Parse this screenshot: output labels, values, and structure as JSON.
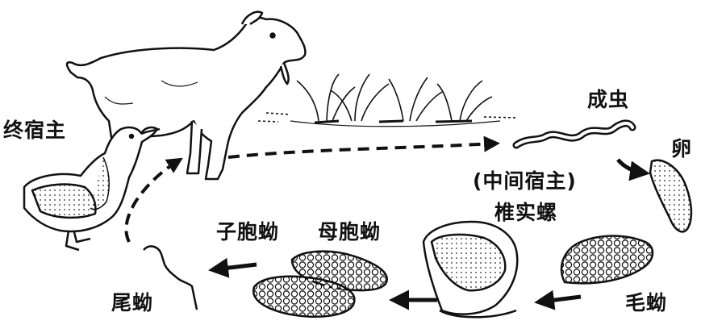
{
  "labels": {
    "final_host": "终宿主",
    "adult": "成虫",
    "egg": "卵",
    "intermediate_host": "(中间宿主)",
    "snail": "椎实螺",
    "miracidium": "毛蚴",
    "sporocyst": "子胞蚴",
    "redia": "母胞蚴",
    "cercaria": "尾蚴"
  },
  "colors": {
    "ink": "#111111",
    "background": "#ffffff"
  }
}
